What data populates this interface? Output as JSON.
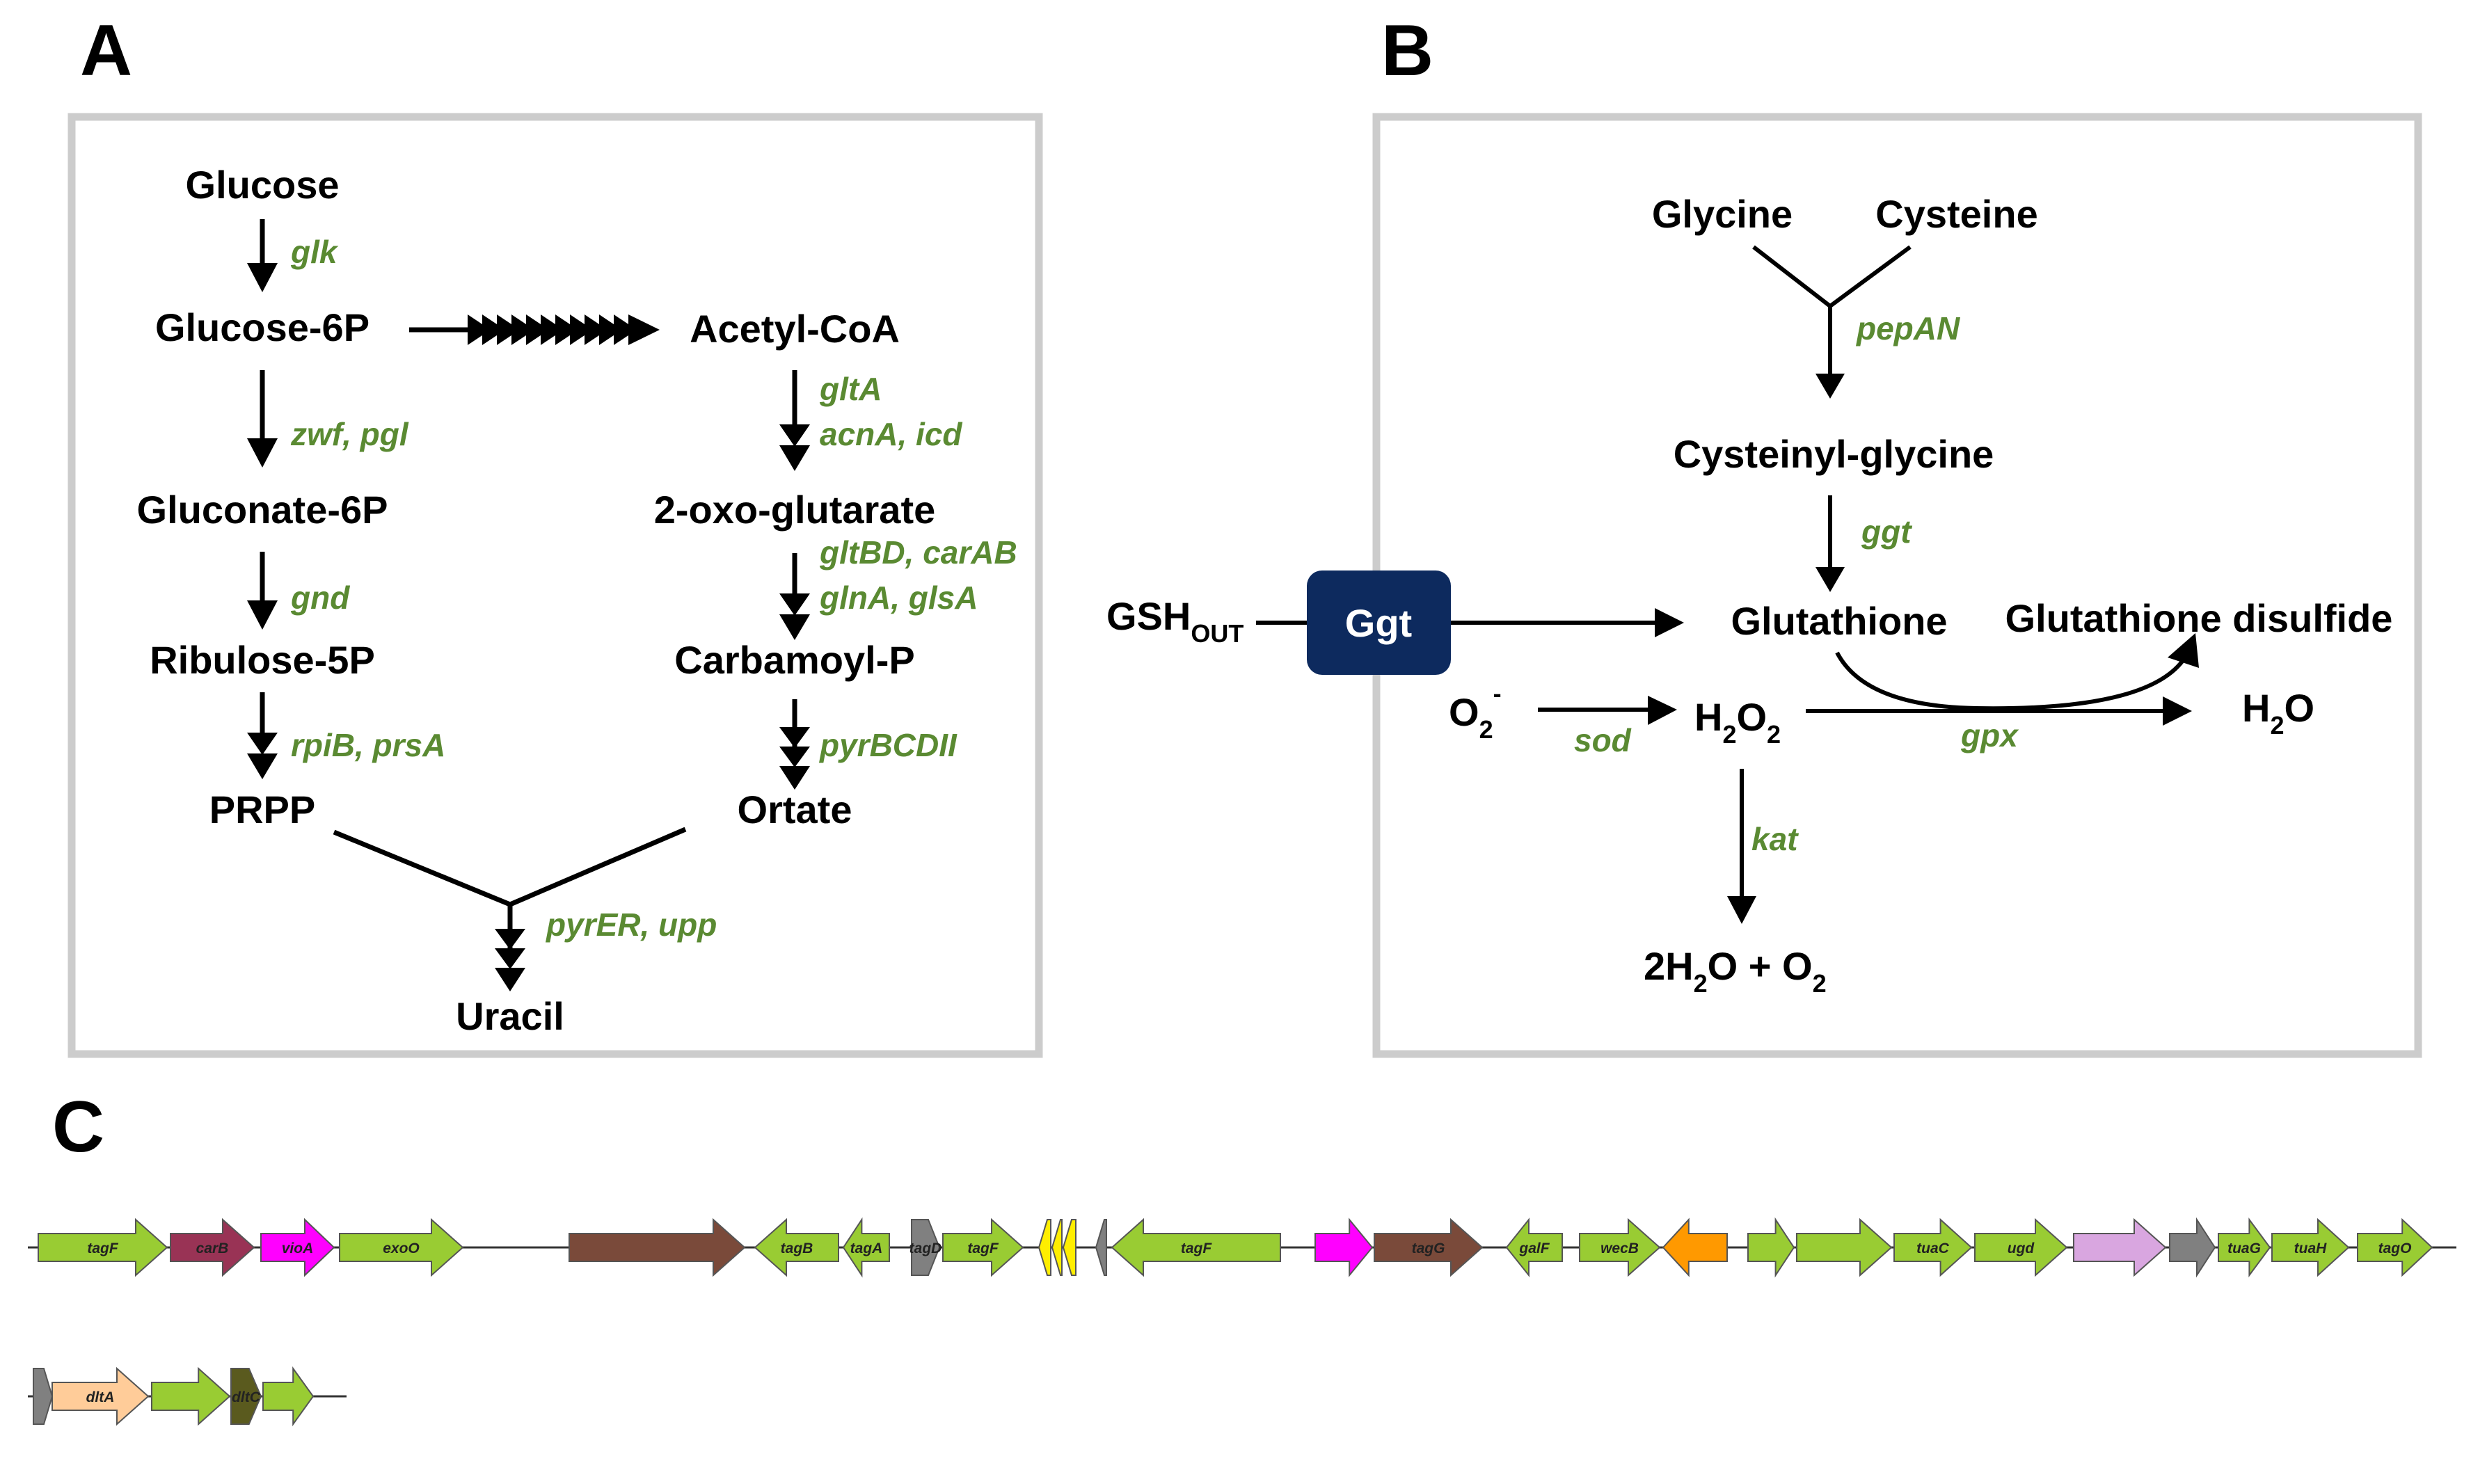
{
  "panels": {
    "a": "A",
    "b": "B",
    "c": "C"
  },
  "gene_color": "#5a8a32",
  "panel_a": {
    "glucose": "Glucose",
    "glucose6p": "Glucose-6P",
    "acetylcoa": "Acetyl-CoA",
    "gluconate6p": "Gluconate-6P",
    "oxoglutarate": "2-oxo-glutarate",
    "ribulose5p": "Ribulose-5P",
    "carbamoylp": "Carbamoyl-P",
    "prpp": "PRPP",
    "ortate": "Ortate",
    "uracil": "Uracil",
    "genes": {
      "glk": "glk",
      "zwf_pgl": "zwf, pgl",
      "gnd": "gnd",
      "rpib_prsa": "rpiB, prsA",
      "glta": "gltA",
      "acna_icd": "acnA, icd",
      "gltbd_carab": "gltBD, carAB",
      "glna_glsa": "glnA, glsA",
      "pyrbcdii": "pyrBCDII",
      "pyrer_upp": "pyrER, upp"
    }
  },
  "panel_b": {
    "glycine": "Glycine",
    "cysteine": "Cysteine",
    "cysteinylglycine": "Cysteinyl-glycine",
    "gsh_main": "GSH",
    "gsh_sub": "OUT",
    "ggt_box": "Ggt",
    "glutathione": "Glutathione",
    "disulfide": "Glutathione disulfide",
    "o2_main": "O",
    "o2_sub": "2",
    "o2_sup": "-",
    "h2o2_a": "H",
    "h2o2_b": "2",
    "h2o2_c": "O",
    "h2o2_d": "2",
    "h2o_a": "H",
    "h2o_b": "2",
    "h2o_c": "O",
    "product_a": "2H",
    "product_b": "2",
    "product_c": "O + O",
    "product_d": "2",
    "genes": {
      "pepan": "pepAN",
      "ggt": "ggt",
      "sod": "sod",
      "gpx": "gpx",
      "kat": "kat"
    }
  },
  "panel_c": {
    "row1": [
      {
        "label": "tagF",
        "color": "#99cc33",
        "dir": "right"
      },
      {
        "label": "carB",
        "color": "#993355",
        "dir": "right"
      },
      {
        "label": "vioA",
        "color": "#ff00ff",
        "dir": "right"
      },
      {
        "label": "exoO",
        "color": "#99cc33",
        "dir": "right"
      },
      {
        "label": "",
        "color": "#7a4a3a",
        "dir": "right"
      },
      {
        "label": "tagB",
        "color": "#99cc33",
        "dir": "left"
      },
      {
        "label": "tagA",
        "color": "#99cc33",
        "dir": "left"
      },
      {
        "label": "tagD",
        "color": "#808080",
        "dir": "right"
      },
      {
        "label": "tagF",
        "color": "#99cc33",
        "dir": "right"
      },
      {
        "label": "",
        "color": "#ffee00",
        "dir": "left"
      },
      {
        "label": "",
        "color": "#ffee00",
        "dir": "left"
      },
      {
        "label": "",
        "color": "#ffee00",
        "dir": "left"
      },
      {
        "label": "",
        "color": "#808080",
        "dir": "left"
      },
      {
        "label": "tagF",
        "color": "#99cc33",
        "dir": "left"
      },
      {
        "label": "",
        "color": "#ff00ff",
        "dir": "right"
      },
      {
        "label": "tagG",
        "color": "#7a4a3a",
        "dir": "right"
      },
      {
        "label": "galF",
        "color": "#99cc33",
        "dir": "left"
      },
      {
        "label": "wecB",
        "color": "#99cc33",
        "dir": "right"
      },
      {
        "label": "",
        "color": "#ff9900",
        "dir": "left"
      },
      {
        "label": "",
        "color": "#99cc33",
        "dir": "right"
      },
      {
        "label": "",
        "color": "#99cc33",
        "dir": "right"
      },
      {
        "label": "tuaC",
        "color": "#99cc33",
        "dir": "right"
      },
      {
        "label": "ugd",
        "color": "#99cc33",
        "dir": "right"
      },
      {
        "label": "",
        "color": "#d9a6e0",
        "dir": "right"
      },
      {
        "label": "",
        "color": "#808080",
        "dir": "right"
      },
      {
        "label": "tuaG",
        "color": "#99cc33",
        "dir": "right"
      },
      {
        "label": "tuaH",
        "color": "#99cc33",
        "dir": "right"
      },
      {
        "label": "tagO",
        "color": "#99cc33",
        "dir": "right"
      }
    ],
    "row2": [
      {
        "label": "",
        "color": "#808080",
        "dir": "right"
      },
      {
        "label": "dltA",
        "color": "#ffcc99",
        "dir": "right"
      },
      {
        "label": "",
        "color": "#99cc33",
        "dir": "right"
      },
      {
        "label": "dltC",
        "color": "#5a5a1e",
        "dir": "right"
      },
      {
        "label": "",
        "color": "#99cc33",
        "dir": "right"
      }
    ]
  }
}
